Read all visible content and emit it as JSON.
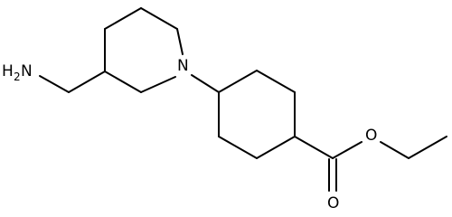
{
  "molecule": {
    "atoms": {
      "amine_n": "N",
      "amine_h": "H",
      "amine_h_count": "2",
      "ring_n": "N",
      "ester_o_single": "O",
      "ester_o_double": "O"
    },
    "colors": {
      "bond": "#000000",
      "label": "#000000",
      "background": "#ffffff"
    }
  }
}
